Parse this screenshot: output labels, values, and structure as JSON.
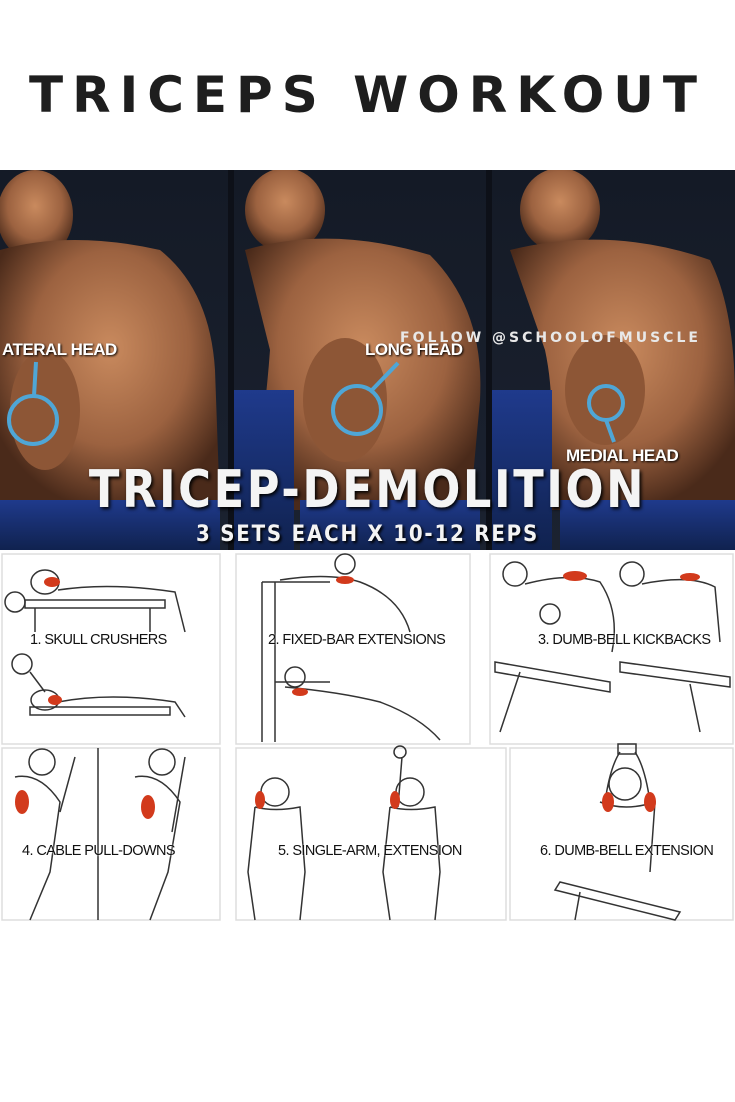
{
  "title": "TRICEPS WORKOUT",
  "banner": {
    "watermark": "FOLLOW @SCHOOLOFMUSCLE",
    "title": "TRICEP-DEMOLITION",
    "subtitle": "3 SETS EACH X 10-12 REPS",
    "heads": [
      {
        "label": "ATERAL HEAD"
      },
      {
        "label": "LONG HEAD"
      },
      {
        "label": "MEDIAL HEAD"
      }
    ],
    "colors": {
      "ring": "#4fa6d6",
      "background": "#141a26",
      "skin": "#b77a52"
    }
  },
  "exercises": [
    {
      "label": "1. SKULL CRUSHERS"
    },
    {
      "label": "2. FIXED-BAR EXTENSIONS"
    },
    {
      "label": "3. DUMB-BELL KICKBACKS"
    },
    {
      "label": "4. CABLE PULL-DOWNS"
    },
    {
      "label": "5. SINGLE-ARM, EXTENSION"
    },
    {
      "label": "6. DUMB-BELL EXTENSION"
    }
  ],
  "colors": {
    "muscle_highlight": "#d23a1c",
    "line_art": "#333333"
  }
}
